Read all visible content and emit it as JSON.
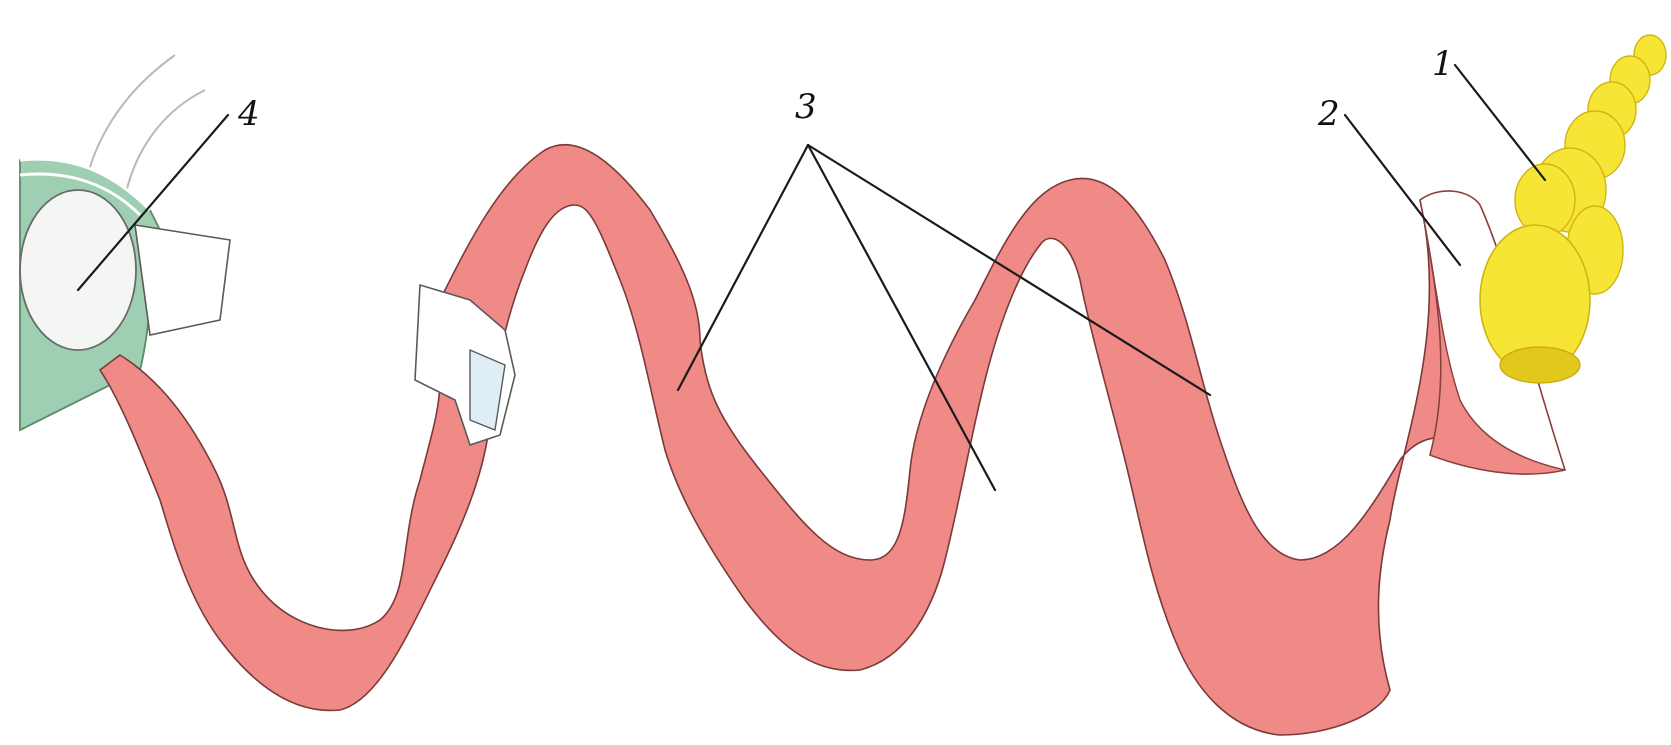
{
  "labels": {
    "one": "1",
    "two": "2",
    "three": "3",
    "four": "4"
  },
  "colors": {
    "background": "#ffffff",
    "tube": "#f08a87",
    "tube_outline": "#8a3f3f",
    "acinus": "#f7e535",
    "acinus_shade": "#e2c71c",
    "green_tissue": "#9fcfb2",
    "cap_white": "#f4f6f4",
    "collecting_duct_wall": "#dfeef6",
    "leader_line": "#1a1a1a"
  }
}
